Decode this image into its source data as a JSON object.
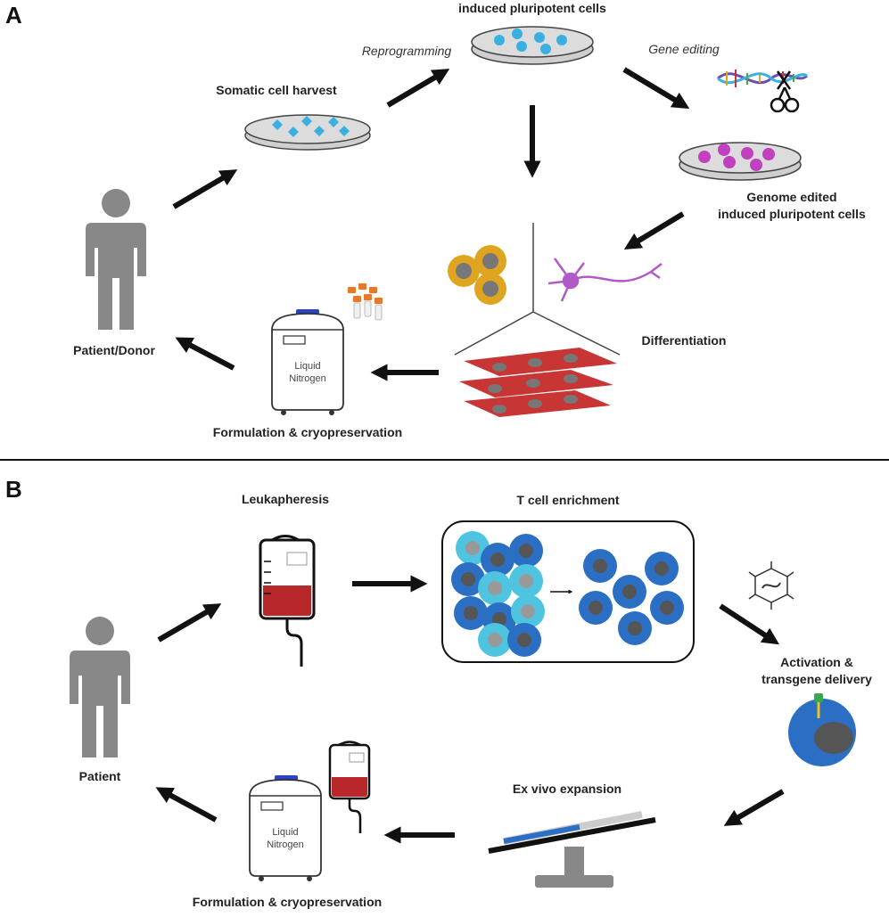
{
  "panel_a": {
    "letter": "A",
    "somatic_harvest": "Somatic cell harvest",
    "reprogramming": "Reprogramming",
    "ipsc": "induced pluripotent cells",
    "gene_editing": "Gene editing",
    "genome_edited_1": "Genome edited",
    "genome_edited_2": "induced pluripotent cells",
    "differentiation": "Differentiation",
    "patient_donor": "Patient/Donor",
    "formulation": "Formulation & cryopreservation",
    "tank_line1": "Liquid",
    "tank_line2": "Nitrogen"
  },
  "panel_b": {
    "letter": "B",
    "leukapheresis": "Leukapheresis",
    "t_cell_enrichment": "T cell enrichment",
    "activation_1": "Activation &",
    "activation_2": "transgene delivery",
    "ex_vivo": "Ex vivo expansion",
    "patient": "Patient",
    "formulation": "Formulation & cryopreservation",
    "tank_line1": "Liquid",
    "tank_line2": "Nitrogen"
  },
  "colors": {
    "cyan_cell": "#3ab0e0",
    "magenta_cell": "#c040c0",
    "blue_cell": "#2a6fc4",
    "light_cyan_cell": "#4fc4e0",
    "nucleus": "#777777",
    "blood": "#b8282a",
    "muscle": "#c83535",
    "yellow_cell": "#e0a520",
    "neuron": "#b05ac8",
    "figure_gray": "#888888",
    "arrow": "#111111"
  }
}
